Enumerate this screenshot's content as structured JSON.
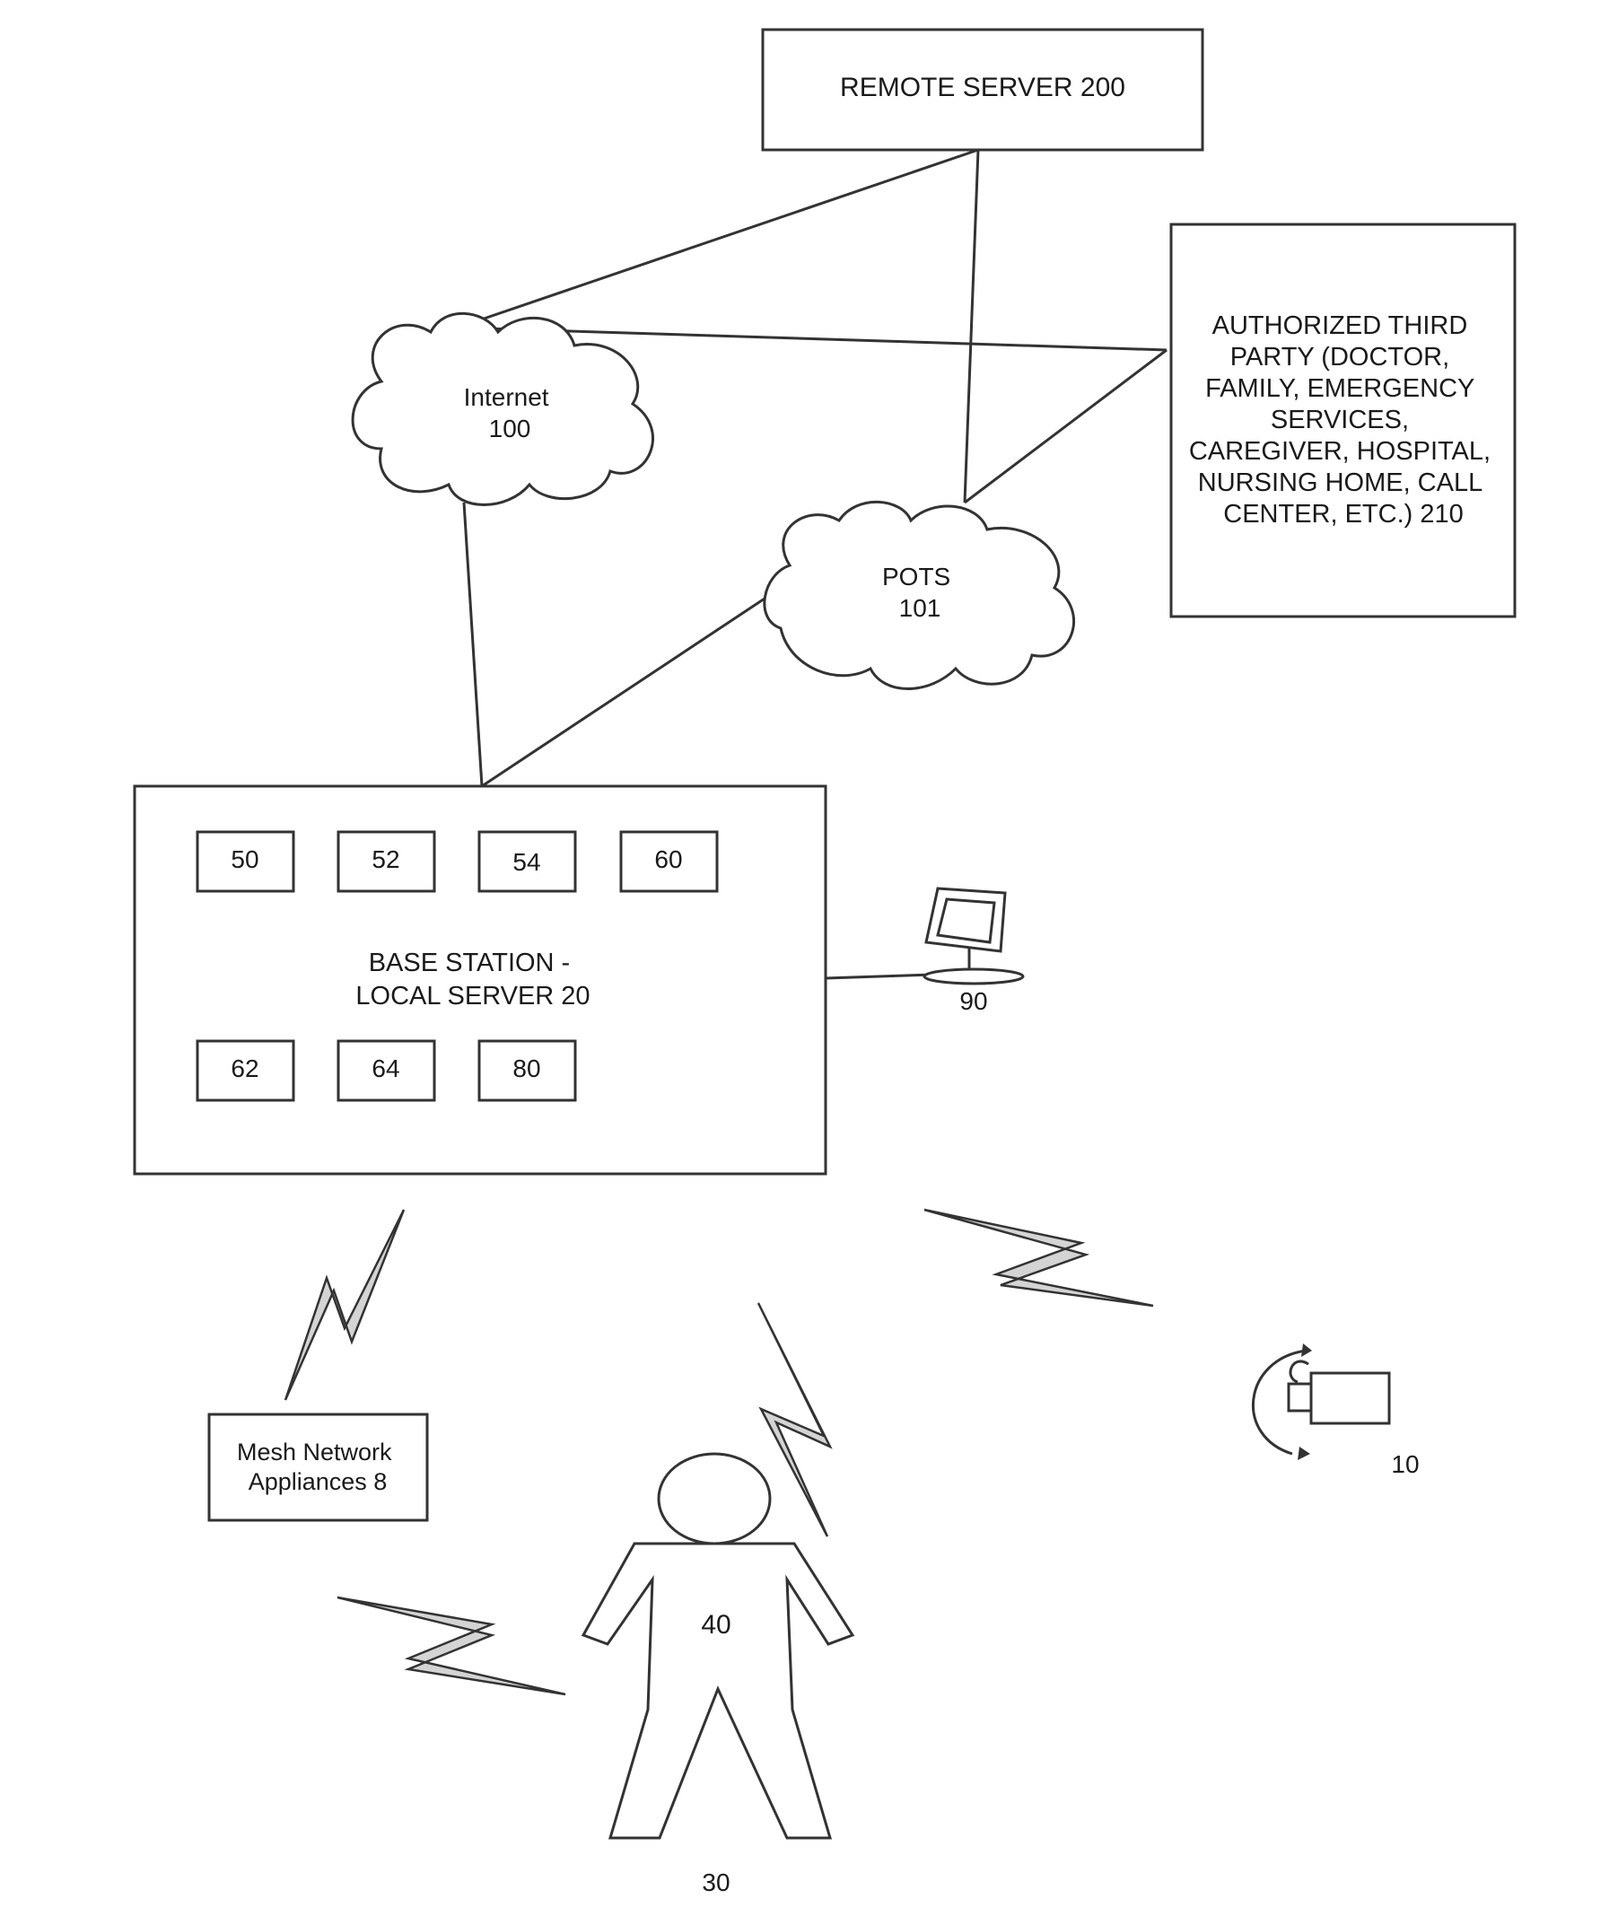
{
  "nodes": {
    "remote_server": {
      "lines": [
        "REMOTE SERVER 200"
      ]
    },
    "authorized_third_party": {
      "lines": [
        "AUTHORIZED THIRD",
        "PARTY (DOCTOR,",
        "FAMILY, EMERGENCY",
        "SERVICES,",
        "CAREGIVER, HOSPITAL,",
        "NURSING HOME, CALL",
        "CENTER, ETC.) 210"
      ]
    },
    "internet": {
      "lines": [
        "Internet",
        "100"
      ]
    },
    "pots": {
      "lines": [
        "POTS",
        "101"
      ]
    },
    "base_station": {
      "lines": [
        "BASE STATION -",
        "LOCAL SERVER 20"
      ],
      "modules": [
        "50",
        "52",
        "54",
        "60",
        "62",
        "64",
        "80"
      ]
    },
    "terminal": {
      "label": "90"
    },
    "mesh_network": {
      "lines": [
        "Mesh Network",
        "Appliances 8"
      ]
    },
    "camera": {
      "label": "10"
    },
    "person": {
      "body_label": "40",
      "label": "30"
    }
  },
  "icons": [
    "monitor-icon",
    "camera-icon",
    "person-icon",
    "cloud-icon",
    "lightning-bolt-icon"
  ],
  "colors": {
    "stroke": "#333333",
    "bolt_fill": "#d4d4d4",
    "background": "#ffffff"
  }
}
